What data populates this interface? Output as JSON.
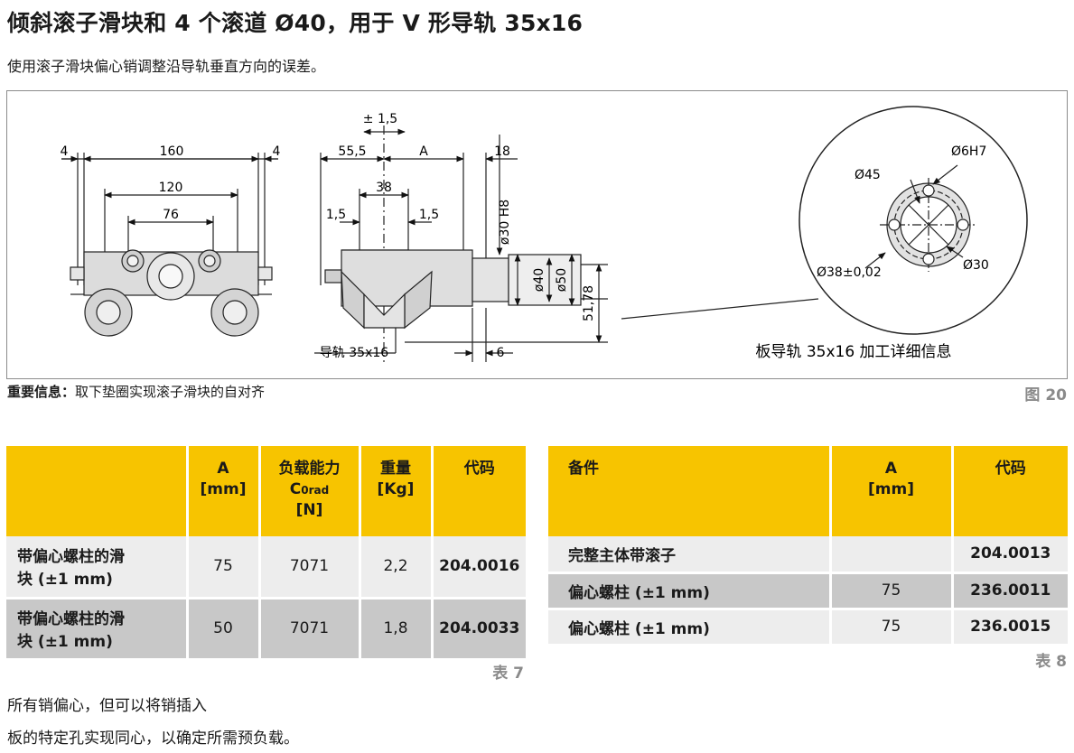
{
  "header": {
    "title": "倾斜滚子滑块和 4 个滚道 Ø40，用于 V 形导轨 35x16",
    "subtitle": "使用滚子滑块偏心销调整沿导轨垂直方向的误差。"
  },
  "figure": {
    "dims": {
      "d4_left": "4",
      "d160": "160",
      "d4_right": "4",
      "d120": "120",
      "d76": "76",
      "d_pm15": "± 1,5",
      "d555": "55,5",
      "dA": "A",
      "d18": "18",
      "d38": "38",
      "d15_left": "1,5",
      "d15_right": "1,5",
      "d30h8": "ø30 H8",
      "d40": "ø40",
      "d50": "ø50",
      "d5178": "51,78",
      "d6": "6",
      "d6h7": "Ø6H7",
      "d45": "Ø45",
      "d38tol": "Ø38±0,02",
      "d30": "Ø30"
    },
    "rail_label": "导轨 35x16",
    "detail_label": "板导轨 35x16 加工详细信息",
    "note_label": "重要信息：",
    "note_text": "取下垫圈实现滚子滑块的自对齐",
    "figure_number": "图 20"
  },
  "table7": {
    "headers": [
      {
        "line1": "",
        "line2": "",
        "line3": ""
      },
      {
        "line1": "A",
        "line2": "[mm]",
        "line3": ""
      },
      {
        "line1": "负载能力",
        "line2": "C",
        "line2_sub": "0rad",
        "line3": "[N]"
      },
      {
        "line1": "重量",
        "line2": "[Kg]",
        "line3": ""
      },
      {
        "line1": "代码",
        "line2": "",
        "line3": ""
      }
    ],
    "rows": [
      {
        "desc_line1": "带偏心螺柱的滑",
        "desc_line2": "块 (±1 mm)",
        "a": "75",
        "load": "7071",
        "weight": "2,2",
        "code": "204.0016"
      },
      {
        "desc_line1": "带偏心螺柱的滑",
        "desc_line2": "块 (±1 mm)",
        "a": "50",
        "load": "7071",
        "weight": "1,8",
        "code": "204.0033"
      }
    ],
    "table_number": "表 7"
  },
  "table8": {
    "headers": [
      {
        "line1": "备件",
        "line2": ""
      },
      {
        "line1": "A",
        "line2": "[mm]"
      },
      {
        "line1": "代码",
        "line2": ""
      }
    ],
    "rows": [
      {
        "desc": "完整主体带滚子",
        "a": "",
        "code": "204.0013"
      },
      {
        "desc": "偏心螺柱 (±1 mm)",
        "a": "75",
        "code": "236.0011"
      },
      {
        "desc": "偏心螺柱 (±1 mm)",
        "a": "75",
        "code": "236.0015"
      }
    ],
    "table_number": "表 8"
  },
  "body_text": {
    "line1": "所有销偏心，但可以将销插入",
    "line2": "板的特定孔实现同心，以确定所需预负载。"
  },
  "colors": {
    "header_yellow": "#f7c400",
    "row_light": "#ededed",
    "row_dark": "#c8c8c8",
    "figure_number_grey": "#8a8a8a"
  }
}
